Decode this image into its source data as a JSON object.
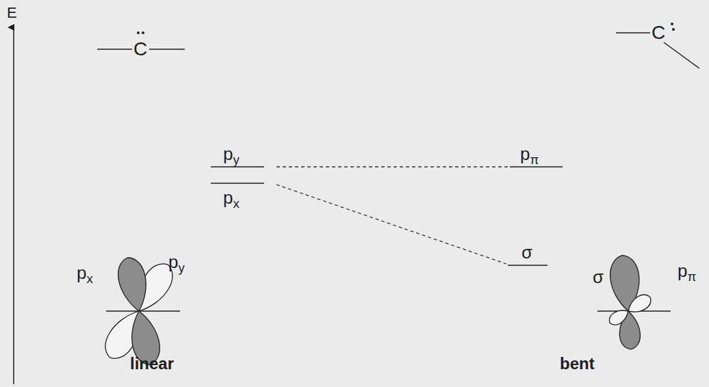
{
  "diagram": {
    "labels": [
      "E",
      "C",
      "C",
      "py",
      "px",
      "pπ",
      "σ",
      "px",
      "py",
      "σ",
      "pπ",
      "linear",
      "bent"
    ]
  }
}
